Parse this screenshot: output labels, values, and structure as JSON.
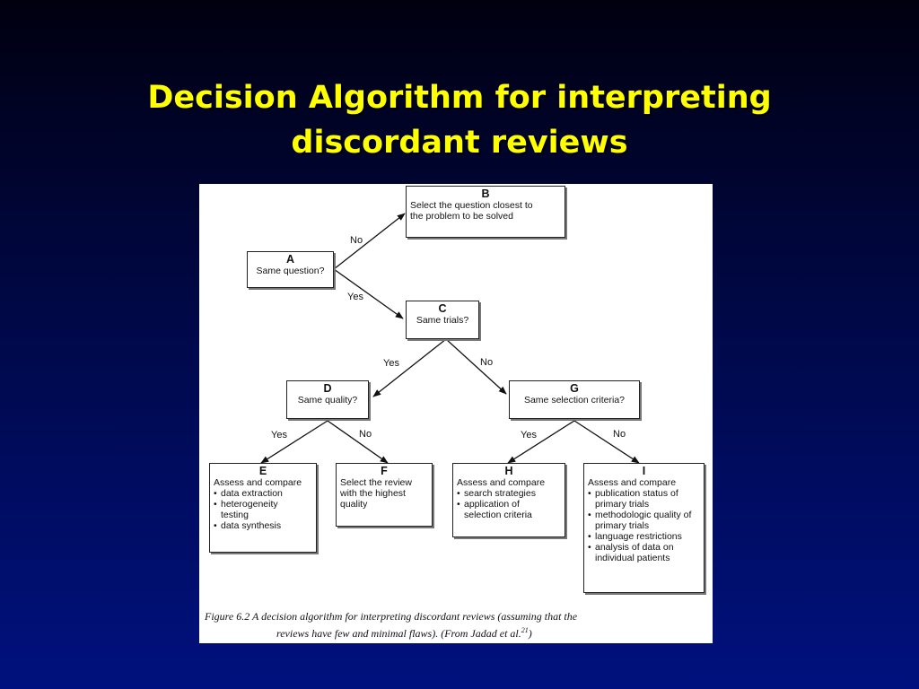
{
  "title": {
    "line1": "Decision Algorithm for interpreting",
    "line2": "discordant reviews"
  },
  "nodes": {
    "A": {
      "letter": "A",
      "text": "Same question?"
    },
    "B": {
      "letter": "B",
      "text_line1": "Select the question closest to",
      "text_line2": "the problem to be solved"
    },
    "C": {
      "letter": "C",
      "text": "Same trials?"
    },
    "D": {
      "letter": "D",
      "text": "Same quality?"
    },
    "G": {
      "letter": "G",
      "text": "Same selection criteria?"
    },
    "E": {
      "letter": "E",
      "heading": "Assess and compare",
      "bullets": [
        "data extraction",
        "heterogeneity testing",
        "data synthesis"
      ]
    },
    "F": {
      "letter": "F",
      "text_line1": "Select the review",
      "text_line2": "with the highest",
      "text_line3": "quality"
    },
    "H": {
      "letter": "H",
      "heading": "Assess and compare",
      "bullets": [
        "search strategies",
        "application of selection criteria"
      ]
    },
    "I": {
      "letter": "I",
      "heading": "Assess and compare",
      "bullets": [
        "publication status of primary trials",
        "methodologic quality of primary trials",
        "language restrictions",
        "analysis of data on individual patients"
      ]
    }
  },
  "edge_labels": {
    "a_b": "No",
    "a_c": "Yes",
    "c_d": "Yes",
    "c_g": "No",
    "d_e": "Yes",
    "d_f": "No",
    "g_h": "Yes",
    "g_i": "No"
  },
  "caption": {
    "line1": "Figure 6.2   A decision algorithm for interpreting discordant reviews (assuming that the",
    "line2": "reviews have few and minimal flaws). (From Jadad et al.",
    "superscript": "21",
    "line2_end": ")"
  }
}
